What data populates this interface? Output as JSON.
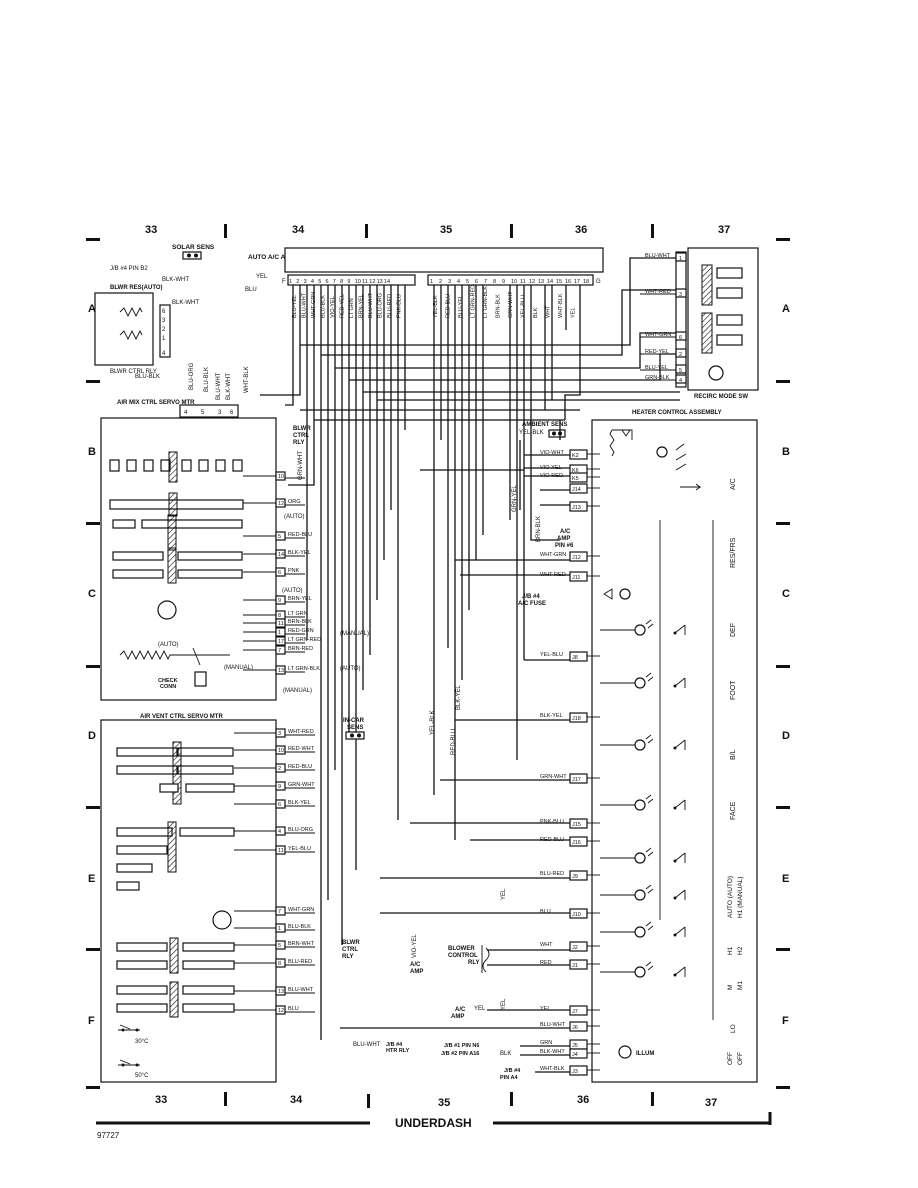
{
  "grid": {
    "top_numbers": [
      "33",
      "34",
      "35",
      "36",
      "37"
    ],
    "bottom_numbers": [
      "33",
      "34",
      "35",
      "36",
      "37"
    ],
    "left_letters": [
      "A",
      "B",
      "C",
      "D",
      "E",
      "F"
    ],
    "right_letters": [
      "A",
      "B",
      "C",
      "D",
      "E",
      "F"
    ]
  },
  "title": "UNDERDASH",
  "figure_number": "97727",
  "components": {
    "solar_sens": "SOLAR SENS",
    "jb4_pin_b2": "J/B #4 PIN B2",
    "blwr_res": "BLWR RES(AUTO)",
    "auto_ac_amp": "AUTO A/C AMPLIFIER",
    "blwr_ctrl_rly": "BLWR CTRL RLY",
    "air_mix_servo": "AIR MIX CTRL SERVO MTR",
    "air_vent_servo": "AIR VENT CTRL SERVO MTR",
    "check_conn": "CHECK CONN",
    "in_car_sens": "IN-CAR SENS",
    "ambient_sens": "AMBIENT SENS",
    "recirc_mode_sw": "RECIRC MODE SW",
    "heater_control": "HEATER CONTROL ASSEMBLY",
    "ac_amp_pin6": "A/C AMP PIN #6",
    "jb4_ac_fuse": "J/B #4 A/C FUSE",
    "blower_control_rly": "BLOWER CONTROL RLY",
    "ac_amp": "A/C AMP",
    "jb4_htr_rly": "J/B #4 HTR RLY",
    "jb1_pin": "J/B #1 PIN N6",
    "jb2_pin": "J/B #2 PIN A16",
    "jb4_pin_a4": "J/B #4 PIN A4",
    "illum": "ILLUM",
    "temp_30": "30°C",
    "temp_50": "50°C",
    "auto_note": "(AUTO)",
    "manual_note": "(MANUAL)"
  },
  "mode_labels": [
    "A/C",
    "RES/FRS",
    "DEF",
    "FOOT",
    "B/L",
    "FACE",
    "AUTO (AUTO)",
    "H1 (MANUAL)",
    "H1",
    "H2",
    "M",
    "M1",
    "LO",
    "OFF",
    "OFF"
  ],
  "amp_wires_left": [
    "BLU-YEL",
    "BLU-WHT",
    "WHT-GRN",
    "BLU-BLK",
    "VIO-YEL",
    "RED-YEL",
    "LT GRN",
    "BRN-YEL",
    "BLU-WHT",
    "BLU-ORG",
    "BLU-RED",
    "PNK-BLU"
  ],
  "amp_wires_right": [
    "YEL-BLK",
    "RED-BLU",
    "BLU-YEL",
    "LT GRN-RED",
    "LT GRN-BLK",
    "BRN-BLK",
    "GRN-WHT",
    "YEL-BLU",
    "BLK",
    "WHT",
    "WHT-BLK",
    "YEL"
  ],
  "air_mix_pins": [
    {
      "pin": "10",
      "wire": ""
    },
    {
      "pin": "12",
      "wire": "ORG"
    },
    {
      "pin": "5",
      "wire": "RED-BLU"
    },
    {
      "pin": "14",
      "wire": "BLK-YEL"
    },
    {
      "pin": "6",
      "wire": "PNK"
    },
    {
      "pin": "9",
      "wire": "BRN-YEL"
    },
    {
      "pin": "8",
      "wire": "LT GRN"
    },
    {
      "pin": "11",
      "wire": "BRN-BLK"
    },
    {
      "pin": "1",
      "wire": "RED-GRN"
    },
    {
      "pin": "17",
      "wire": "LT GRN-RED"
    },
    {
      "pin": "7",
      "wire": "BRN-RED"
    },
    {
      "pin": "13",
      "wire": "LT GRN-BLK"
    }
  ],
  "air_vent_pins": [
    {
      "pin": "3",
      "wire": "WHT-RED"
    },
    {
      "pin": "10",
      "wire": "RED-WHT"
    },
    {
      "pin": "2",
      "wire": "RED-BLU"
    },
    {
      "pin": "9",
      "wire": "GRN-WHT"
    },
    {
      "pin": "6",
      "wire": "BLK-YEL"
    },
    {
      "pin": "4",
      "wire": "BLU-ORG"
    },
    {
      "pin": "11",
      "wire": "YEL-BLU"
    },
    {
      "pin": "7",
      "wire": "WHT-GRN"
    },
    {
      "pin": "1",
      "wire": "BLU-BLK"
    },
    {
      "pin": "5",
      "wire": "BRN-WHT"
    },
    {
      "pin": "8",
      "wire": "BLU-RED"
    },
    {
      "pin": "13",
      "wire": "BLU-WHT"
    },
    {
      "pin": "12",
      "wire": "BLU"
    }
  ],
  "heater_pins": [
    {
      "pin": "K2",
      "wire": "VIO-WHT"
    },
    {
      "pin": "K6",
      "wire": "VIO-YEL"
    },
    {
      "pin": "K5",
      "wire": "VIO-RED"
    },
    {
      "pin": "J14",
      "wire": ""
    },
    {
      "pin": "J13",
      "wire": ""
    },
    {
      "pin": "J12",
      "wire": "WHT-GRN"
    },
    {
      "pin": "J11",
      "wire": "WHT-RED"
    },
    {
      "pin": "J8",
      "wire": "YEL-BLU"
    },
    {
      "pin": "J18",
      "wire": "BLK-YEL"
    },
    {
      "pin": "J17",
      "wire": "GRN-WHT"
    },
    {
      "pin": "J15",
      "wire": "PNK-BLU"
    },
    {
      "pin": "J16",
      "wire": "RED-BLU"
    },
    {
      "pin": "J9",
      "wire": "BLU-RED"
    },
    {
      "pin": "J10",
      "wire": "BLU"
    },
    {
      "pin": "J2",
      "wire": "WHT"
    },
    {
      "pin": "J1",
      "wire": "RED"
    },
    {
      "pin": "J7",
      "wire": "YEL"
    },
    {
      "pin": "J6",
      "wire": "BLU-WHT"
    },
    {
      "pin": "J5",
      "wire": "GRN"
    },
    {
      "pin": "J4",
      "wire": "BLK-WHT"
    },
    {
      "pin": "J3",
      "wire": "WHT-BLK"
    }
  ],
  "recirc_pins": [
    {
      "pin": "1",
      "wire": "BLU-WHT"
    },
    {
      "pin": "3",
      "wire": "WHT-RED"
    },
    {
      "pin": "6",
      "wire": "WHT-GRN"
    },
    {
      "pin": "2",
      "wire": "RED-YEL"
    },
    {
      "pin": "5",
      "wire": "BLU-YEL"
    },
    {
      "pin": "4",
      "wire": "GRN-BLK"
    }
  ],
  "misc_labels": {
    "blk_wht": "BLK-WHT",
    "yel": "YEL",
    "blu": "BLU",
    "blu_blk": "BLU-BLK",
    "grn_wht": "GRN-WHT",
    "yel_blk": "YEL-BLK",
    "brn_blk": "BRN-BLK",
    "grn_yel": "GRN-YEL",
    "blu_wht": "BLU-WHT",
    "blk": "BLK",
    "blk_wht2": "BLK-WHT"
  }
}
